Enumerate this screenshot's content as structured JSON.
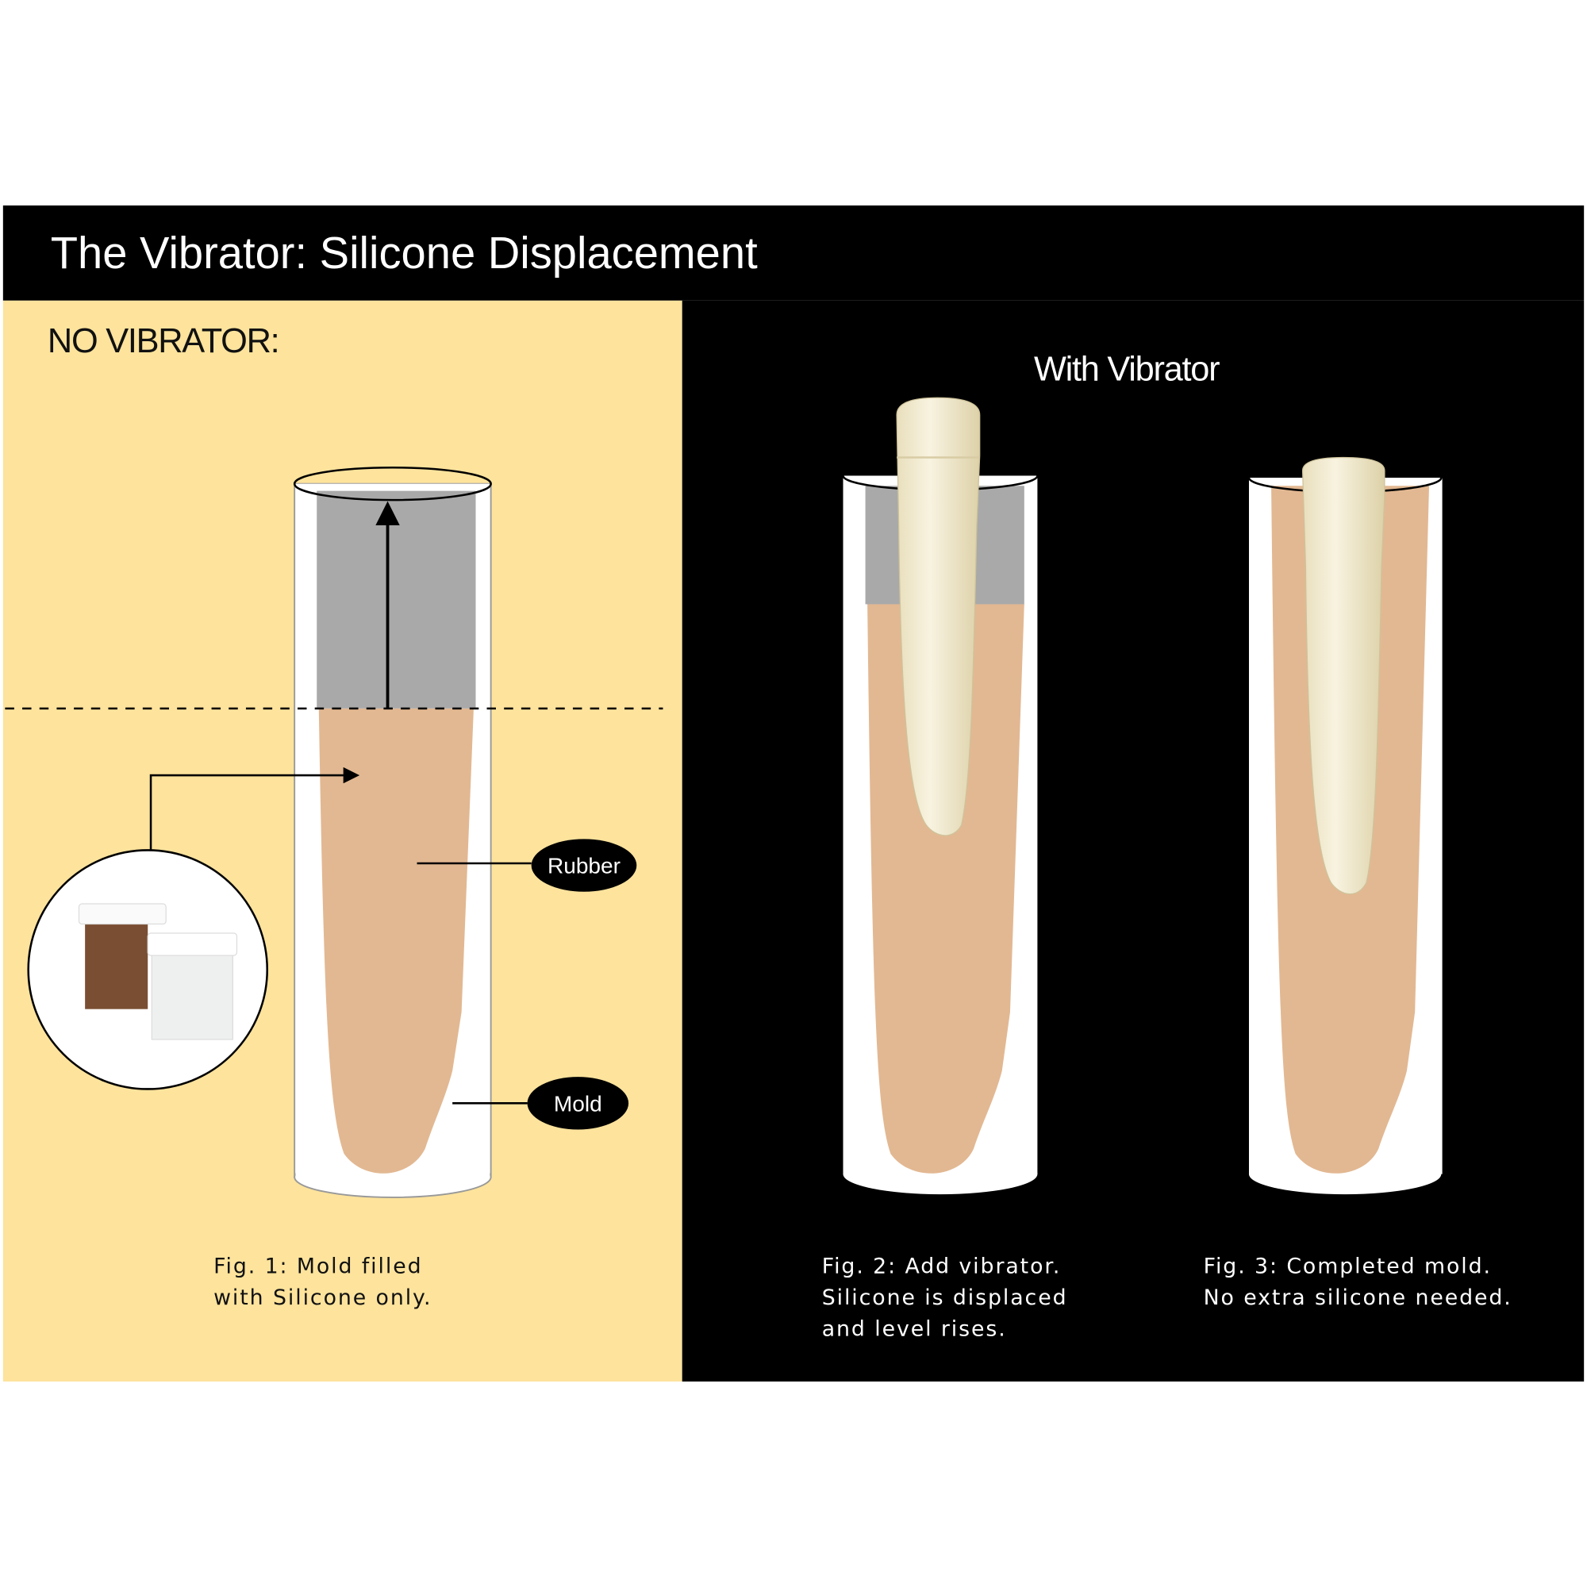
{
  "title": "The Vibrator: Silicone Displacement",
  "left_panel": {
    "heading": "NO VIBRATOR:",
    "labels": {
      "rubber": "Rubber",
      "mold": "Mold"
    },
    "caption": [
      "Fig. 1: Mold filled",
      "with Silicone only."
    ]
  },
  "right_panel": {
    "heading": "With Vibrator",
    "fig2_caption": [
      "Fig. 2: Add vibrator.",
      "Silicone is displaced",
      "and level rises."
    ],
    "fig3_caption": [
      "Fig. 3: Completed mold.",
      "No extra silicone needed."
    ]
  },
  "colors": {
    "panel_yellow": "#fde39c",
    "rubber": "#e2b892",
    "air": "#a9a9a9",
    "vibrator": "#f3ecd2",
    "black": "#000000"
  }
}
